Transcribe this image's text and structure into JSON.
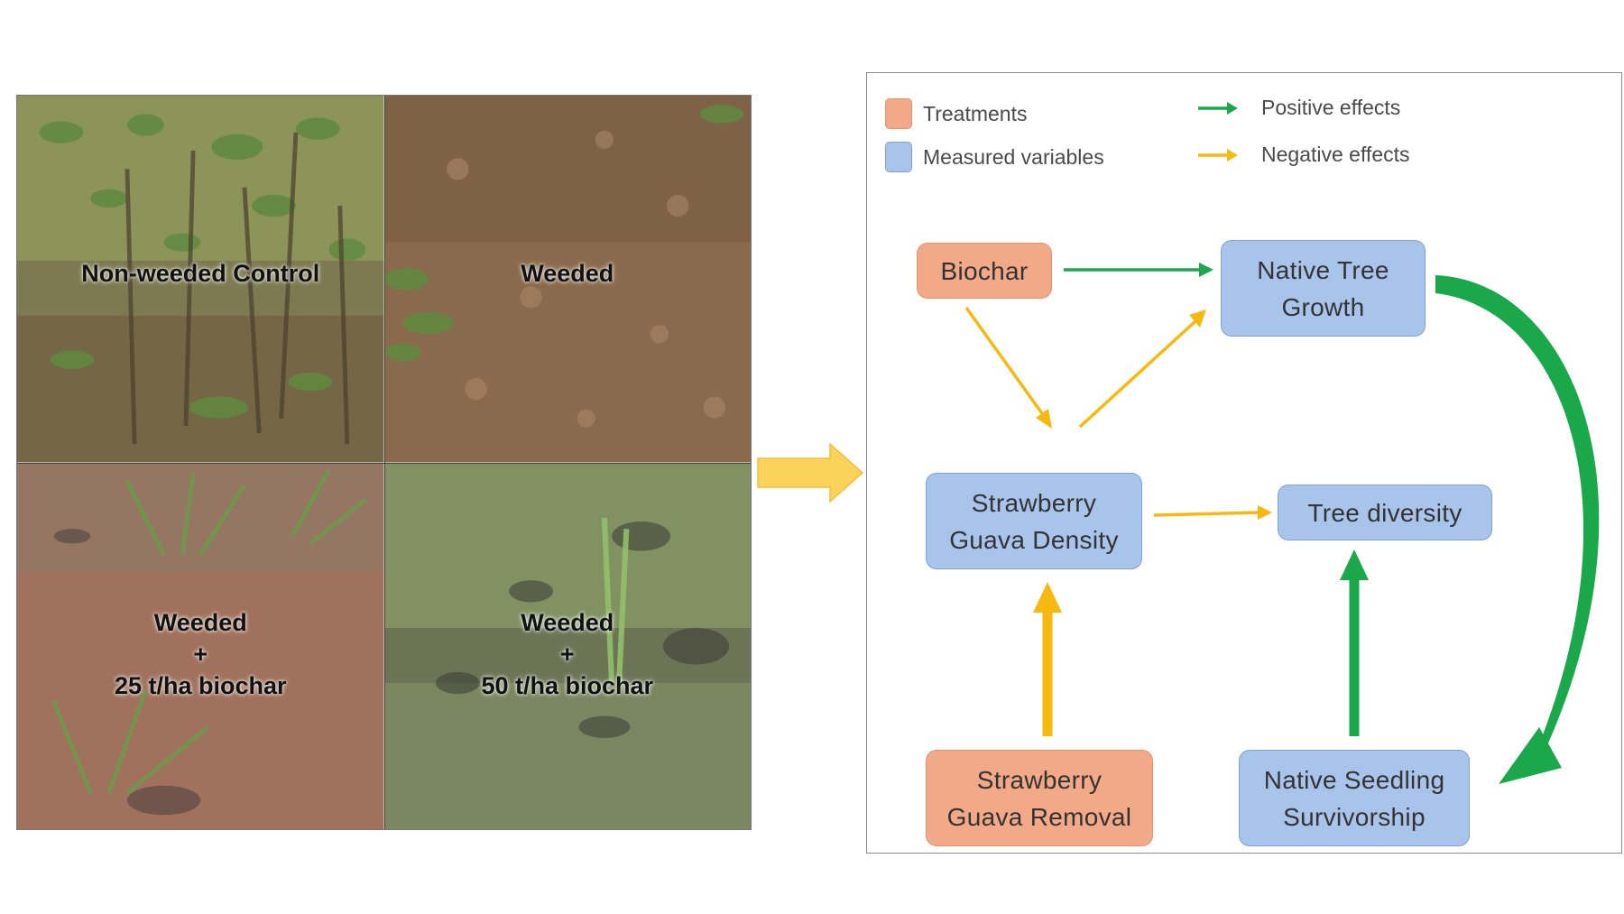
{
  "photos": {
    "top_left": {
      "lines": [
        "Non-weeded Control"
      ]
    },
    "top_right": {
      "lines": [
        "Weeded"
      ]
    },
    "bottom_left": {
      "lines": [
        "Weeded",
        "+",
        "25 t/ha biochar"
      ]
    },
    "bottom_right": {
      "lines": [
        "Weeded",
        "+",
        "50 t/ha biochar"
      ]
    }
  },
  "legend": {
    "treatments": "Treatments",
    "measured_variables": "Measured variables",
    "positive_effects": "Positive effects",
    "negative_effects": "Negative effects"
  },
  "colors": {
    "treatment": "#f2a988",
    "measured": "#a9c4ea",
    "positive": "#1aa84a",
    "negative": "#f7b910",
    "big_arrow": "#fbd35a"
  },
  "nodes": {
    "biochar": {
      "lines": [
        "Biochar"
      ],
      "kind": "treatment"
    },
    "native_tree_growth": {
      "lines": [
        "Native Tree",
        "Growth"
      ],
      "kind": "measured"
    },
    "strawberry_guava_density": {
      "lines": [
        "Strawberry",
        "Guava Density"
      ],
      "kind": "measured"
    },
    "tree_diversity": {
      "lines": [
        "Tree diversity"
      ],
      "kind": "measured"
    },
    "strawberry_guava_removal": {
      "lines": [
        "Strawberry",
        "Guava Removal"
      ],
      "kind": "treatment"
    },
    "native_seedling_survivorship": {
      "lines": [
        "Native Seedling",
        "Survivorship"
      ],
      "kind": "measured"
    }
  },
  "edges": [
    {
      "from": "Biochar",
      "to": "Native Tree Growth",
      "effect": "positive"
    },
    {
      "from": "Biochar",
      "to": "Strawberry Guava Density",
      "effect": "negative"
    },
    {
      "from": "Strawberry Guava Density",
      "to": "Native Tree Growth",
      "effect": "negative"
    },
    {
      "from": "Strawberry Guava Density",
      "to": "Tree diversity",
      "effect": "negative"
    },
    {
      "from": "Strawberry Guava Removal",
      "to": "Strawberry Guava Density",
      "effect": "negative"
    },
    {
      "from": "Native Seedling Survivorship",
      "to": "Tree diversity",
      "effect": "positive"
    },
    {
      "from": "Native Tree Growth",
      "to": "Native Seedling Survivorship",
      "effect": "positive"
    }
  ]
}
